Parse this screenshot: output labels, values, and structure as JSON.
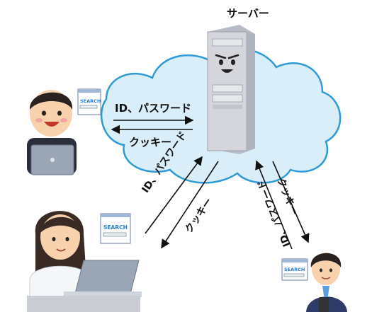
{
  "server": {
    "title": "サーバー"
  },
  "flows": {
    "top_request": "ID、パスワード",
    "top_response": "クッキー",
    "left_request": "ID、パスワード",
    "left_response": "クッキー",
    "right_request": "ID、パスワード",
    "right_response": "クッキー"
  },
  "browser": {
    "search_text": "SEARCH"
  },
  "colors": {
    "cloud_fill": "#d9eef9",
    "cloud_stroke": "#2f9ad6",
    "server_body": "#d4d6dc",
    "server_dark": "#b8bcc6",
    "arrow": "#111111",
    "skin": "#f7d2ad",
    "hair": "#2a2220",
    "laptop": "#9aa6b5"
  },
  "icons": [
    "server-icon",
    "cloud-icon",
    "laptop-icon",
    "smartphone-icon",
    "browser-window-icon"
  ]
}
